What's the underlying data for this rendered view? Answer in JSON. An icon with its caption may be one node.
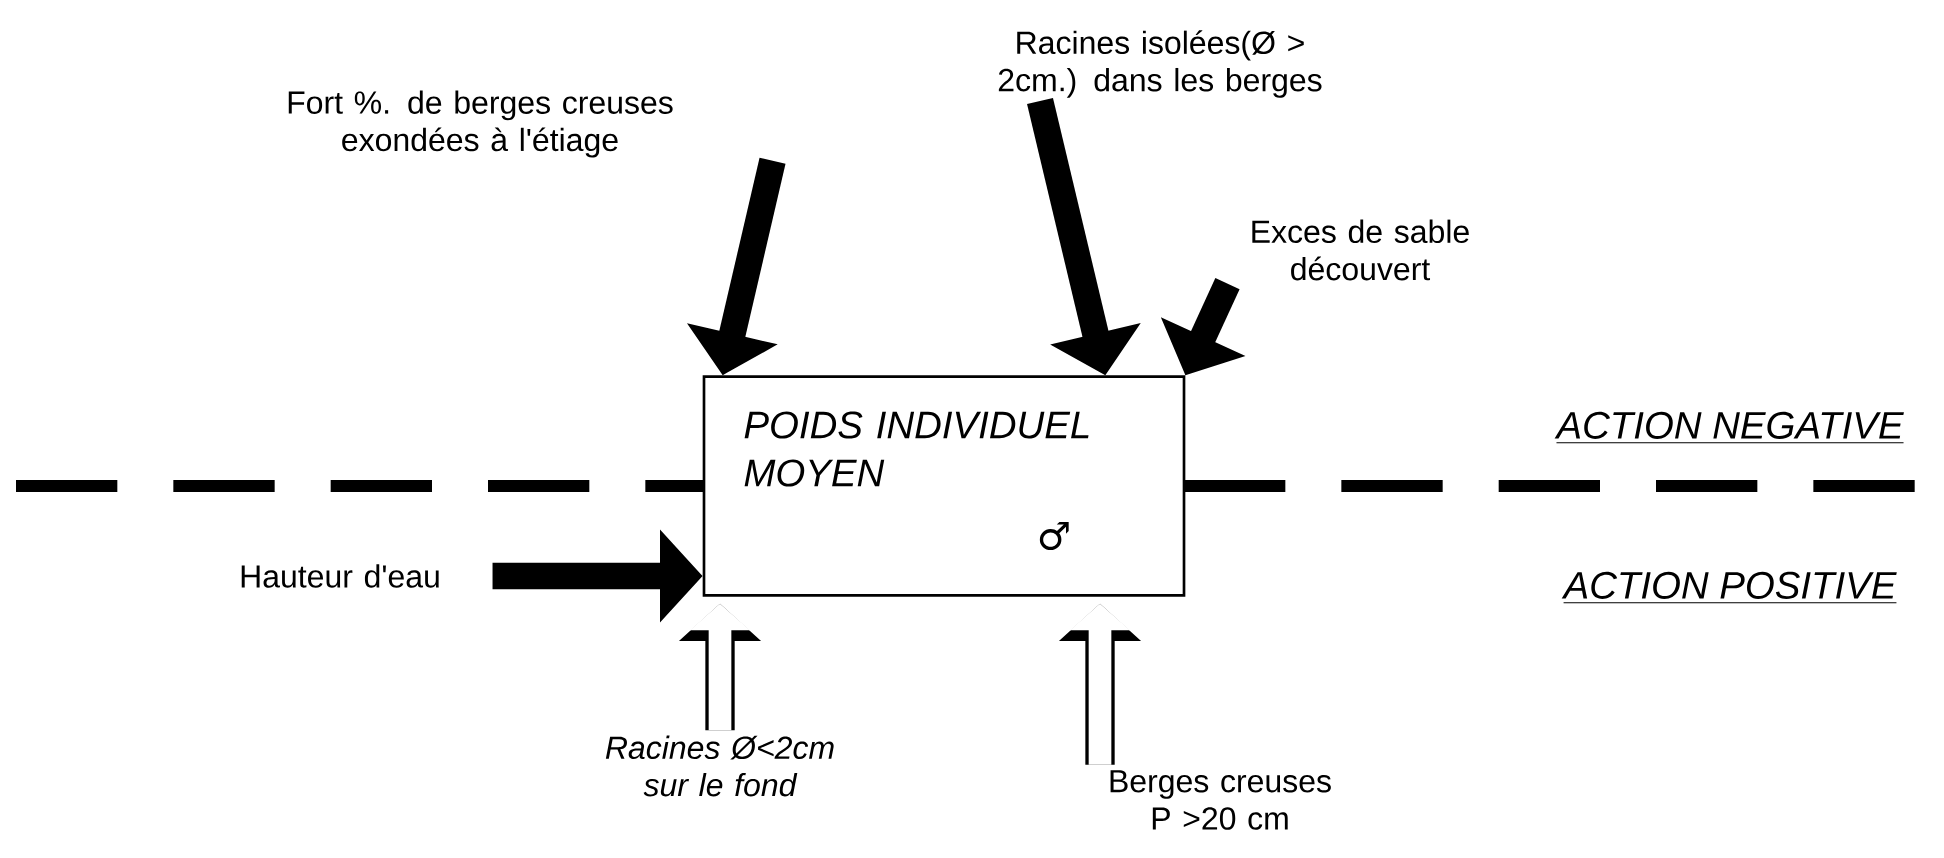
{
  "diagram": {
    "nodes": [
      {
        "text": [
          "POIDS INDIVIDUEL MOYEN",
          "♂"
        ]
      },
      {
        "text": [
          "Fort %. de berges creuses exondées à l'étiage"
        ]
      },
      {
        "text": [
          "Racines isolées(Ø > 2cm.) dans les berges"
        ]
      },
      {
        "text": [
          "Exces de sable découvert"
        ]
      },
      {
        "text": [
          "Hauteur d'eau"
        ]
      },
      {
        "text": [
          "Racines Ø<2cm sur le fond"
        ]
      },
      {
        "text": [
          "Berges creuses P >20 cm"
        ]
      }
    ],
    "edges": [
      {
        "from": 1,
        "to": 0,
        "arrow": "to"
      },
      {
        "from": 2,
        "to": 0,
        "arrow": "to"
      },
      {
        "from": 3,
        "to": 0,
        "arrow": "to"
      },
      {
        "from": 4,
        "to": 0,
        "arrow": "to"
      },
      {
        "from": 5,
        "to": 0,
        "arrow": "to",
        "color": "#ffffff"
      },
      {
        "from": 6,
        "to": 0,
        "arrow": "to",
        "color": "#ffffff"
      }
    ],
    "labels": [
      "ACTION NEGATIVE",
      "ACTION POSITIVE"
    ]
  }
}
